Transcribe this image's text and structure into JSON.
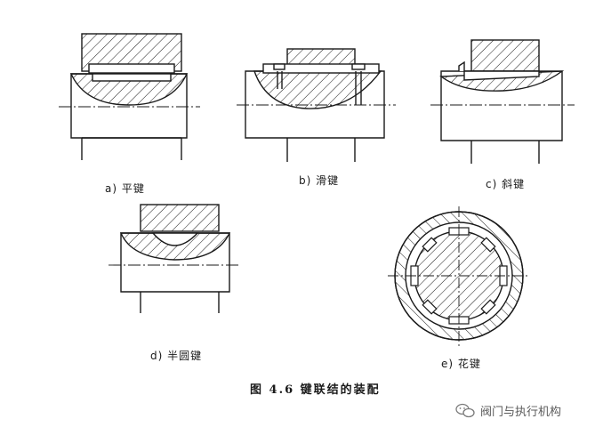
{
  "labels": {
    "a": "a) 平键",
    "b": "b) 滑键",
    "c": "c) 斜键",
    "d": "d) 半圆键",
    "e": "e) 花键"
  },
  "caption": "图 4.6   键联结的装配",
  "watermark": {
    "text": "阀门与执行机构",
    "icon": "wechat-icon"
  },
  "colors": {
    "ink": "#1a1a1a",
    "paper": "#ffffff",
    "watermark": "#5a5a5a"
  }
}
